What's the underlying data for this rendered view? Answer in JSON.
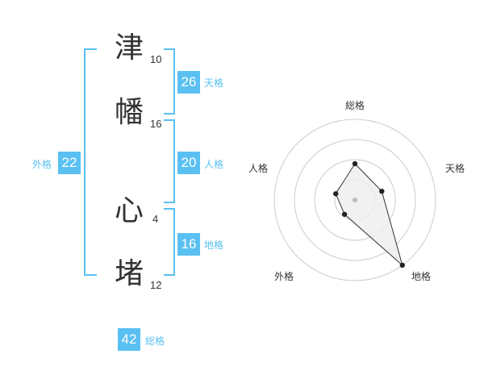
{
  "name_chars": [
    {
      "char": "津",
      "strokes": "10"
    },
    {
      "char": "幡",
      "strokes": "16"
    },
    {
      "char": "心",
      "strokes": "4"
    },
    {
      "char": "堵",
      "strokes": "12"
    }
  ],
  "fortunes": {
    "tenkaku": {
      "value": "26",
      "label": "天格"
    },
    "jinkaku": {
      "value": "20",
      "label": "人格"
    },
    "chikaku": {
      "value": "16",
      "label": "地格"
    },
    "gaikaku": {
      "value": "22",
      "label": "外格"
    },
    "soukaku": {
      "value": "42",
      "label": "総格"
    }
  },
  "colors": {
    "accent": "#5ac0f2",
    "text": "#333333",
    "grid": "#cccccc",
    "fill": "#eeeeee"
  },
  "chart_data": {
    "type": "radar",
    "axes": [
      "総格",
      "天格",
      "地格",
      "外格",
      "人格"
    ],
    "values": [
      0.45,
      0.35,
      1.0,
      0.22,
      0.25
    ],
    "rings": 4,
    "grid": true
  }
}
